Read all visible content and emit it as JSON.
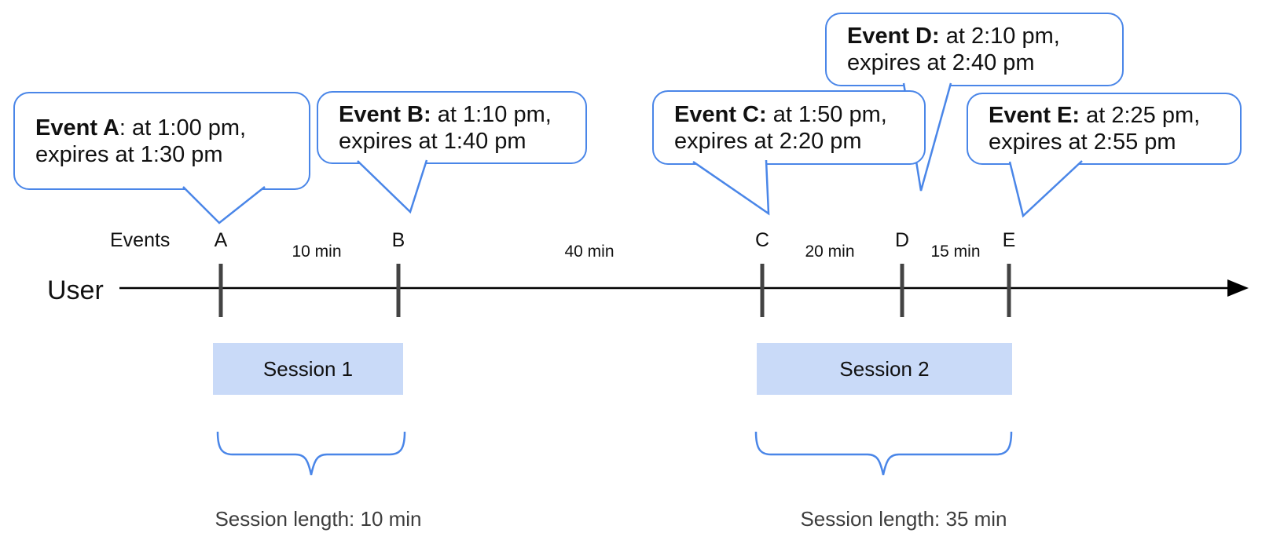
{
  "bubbles": [
    {
      "event": "A",
      "bold": "Event A",
      "rest": ": at 1:00 pm,",
      "line2": "expires at 1:30 pm"
    },
    {
      "event": "B",
      "bold": "Event B:",
      "rest": " at 1:10 pm,",
      "line2": "expires at 1:40 pm"
    },
    {
      "event": "C",
      "bold": "Event C:",
      "rest": " at 1:50 pm,",
      "line2": "expires at 2:20 pm"
    },
    {
      "event": "D",
      "bold": "Event D:",
      "rest": " at 2:10 pm,",
      "line2": "expires at 2:40 pm"
    },
    {
      "event": "E",
      "bold": "Event E:",
      "rest": " at 2:25 pm,",
      "line2": "expires at 2:55 pm"
    }
  ],
  "timeline": {
    "user_label": "User",
    "events_label": "Events",
    "marks": [
      {
        "label": "A"
      },
      {
        "label": "B"
      },
      {
        "label": "C"
      },
      {
        "label": "D"
      },
      {
        "label": "E"
      }
    ],
    "intervals": [
      {
        "label": "10 min"
      },
      {
        "label": "40 min"
      },
      {
        "label": "20 min"
      },
      {
        "label": "15 min"
      }
    ]
  },
  "sessions": [
    {
      "label": "Session 1",
      "length_label": "Session length: 10 min"
    },
    {
      "label": "Session 2",
      "length_label": "Session length: 35 min"
    }
  ],
  "colors": {
    "accent": "#4a86e8",
    "session_fill": "#c9daf8",
    "tick": "#434343",
    "ink": "#111111",
    "muted": "#3d3d3d"
  }
}
